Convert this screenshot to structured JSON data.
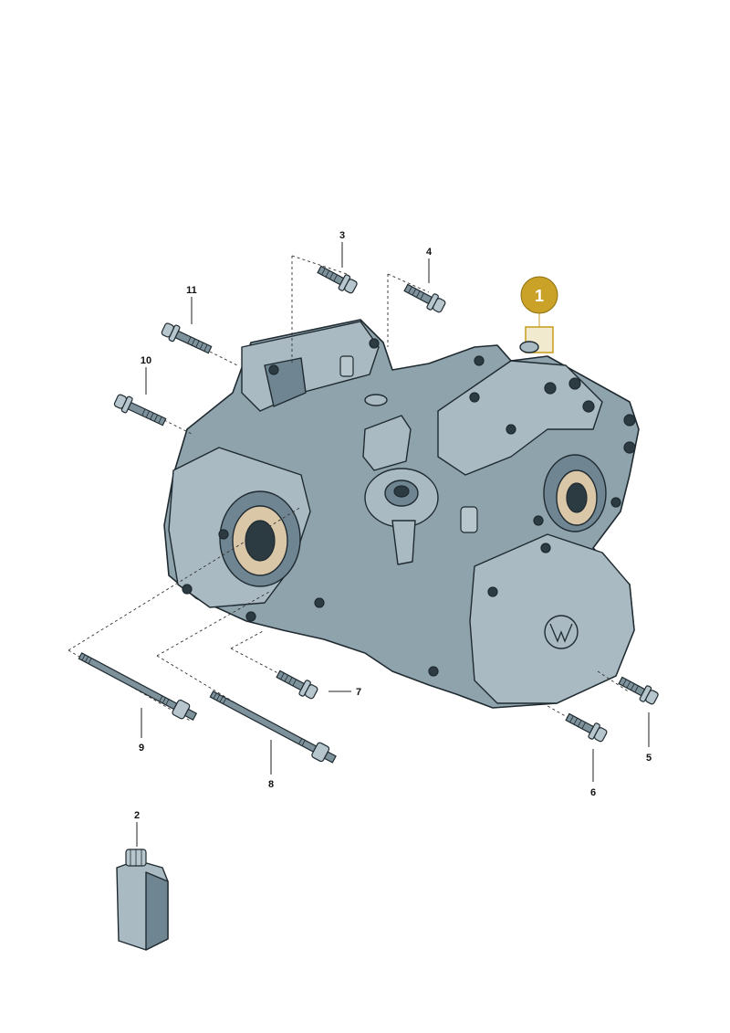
{
  "diagram": {
    "highlight_color": "#c9a227",
    "highlight_label": "1",
    "callouts": [
      {
        "id": "2",
        "label": "2"
      },
      {
        "id": "3",
        "label": "3"
      },
      {
        "id": "4",
        "label": "4"
      },
      {
        "id": "5",
        "label": "5"
      },
      {
        "id": "6",
        "label": "6"
      },
      {
        "id": "7",
        "label": "7"
      },
      {
        "id": "8",
        "label": "8"
      },
      {
        "id": "9",
        "label": "9"
      },
      {
        "id": "10",
        "label": "10"
      },
      {
        "id": "11",
        "label": "11"
      }
    ],
    "parts": [
      "gearbox-housing",
      "oil-bottle",
      "bolts",
      "studs"
    ]
  }
}
